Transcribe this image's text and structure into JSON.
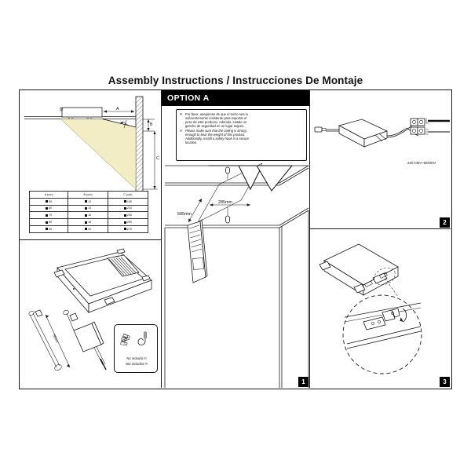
{
  "document": {
    "title": "Assembly Instructions / Instrucciones De Montaje"
  },
  "option_header": {
    "label": "OPTION A"
  },
  "warning": {
    "spanish": {
      "marker": "!!!",
      "lines": [
        "Por favor, asegúrese de que el techo sea lo",
        "suficientemente resistente para soportar el",
        "peso de este producto. Además, instale un",
        "gancho de seguridad en un lugar seguro."
      ]
    },
    "english": {
      "marker": "!!!",
      "lines": [
        "Please make sure that the ceiling is strong",
        "enough to bear the weight of this product.",
        "Additionally, install a safety hook in a secure",
        "location."
      ]
    }
  },
  "wall_diagram": {
    "dimension_labels": {
      "a": "A",
      "b": "B",
      "c": "C"
    }
  },
  "dimension_table": {
    "headers": [
      "A (cm)",
      "B (cm)",
      "C (cm)"
    ],
    "rows": [
      [
        "50",
        "12",
        "190"
      ],
      [
        "60",
        "14",
        "210"
      ],
      [
        "70",
        "16",
        "230"
      ],
      [
        "80",
        "18",
        "250"
      ],
      [
        "90",
        "20",
        "270"
      ]
    ]
  },
  "ceiling_panel": {
    "dimension_width": "285mm",
    "dimension_depth": "585mm",
    "badge": "1"
  },
  "driver_panel": {
    "voltage_label": "220-240V~50/60Hz",
    "badge": "2"
  },
  "mount_detail_panel": {
    "badge": "3"
  },
  "accessories": {
    "cable_length": "60cm",
    "not_included": {
      "spanish": "No incluido !!!",
      "english": "Not included !!!",
      "icons": [
        "screw-icon",
        "safety-hook-icon"
      ]
    }
  },
  "colors": {
    "ink": "#1a1a1a",
    "beam": "#f2edc4",
    "badge_bg": "#000000"
  }
}
